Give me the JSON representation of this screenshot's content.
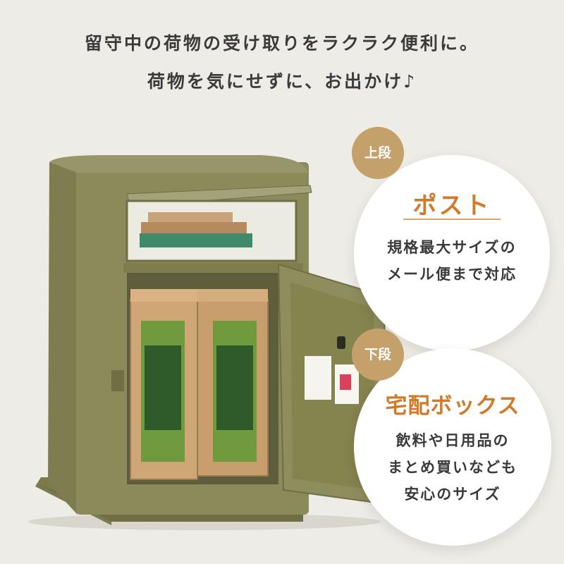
{
  "headline": {
    "line1": "留守中の荷物の受け取りをラクラク便利に。",
    "line2": "荷物を気にせずに、お出かけ♪"
  },
  "upper": {
    "badge": "上段",
    "title": "ポスト",
    "lines": [
      "規格最大サイズの",
      "メール便まで対応"
    ]
  },
  "lower": {
    "badge": "下段",
    "title": "宅配ボックス",
    "lines": [
      "飲料や日用品の",
      "まとめ買いなども",
      "安心のサイズ"
    ]
  },
  "colors": {
    "background": "#eeece6",
    "badge": "#c4a06a",
    "accent_title": "#d07a2c",
    "box_body": "#8b8a5b"
  }
}
